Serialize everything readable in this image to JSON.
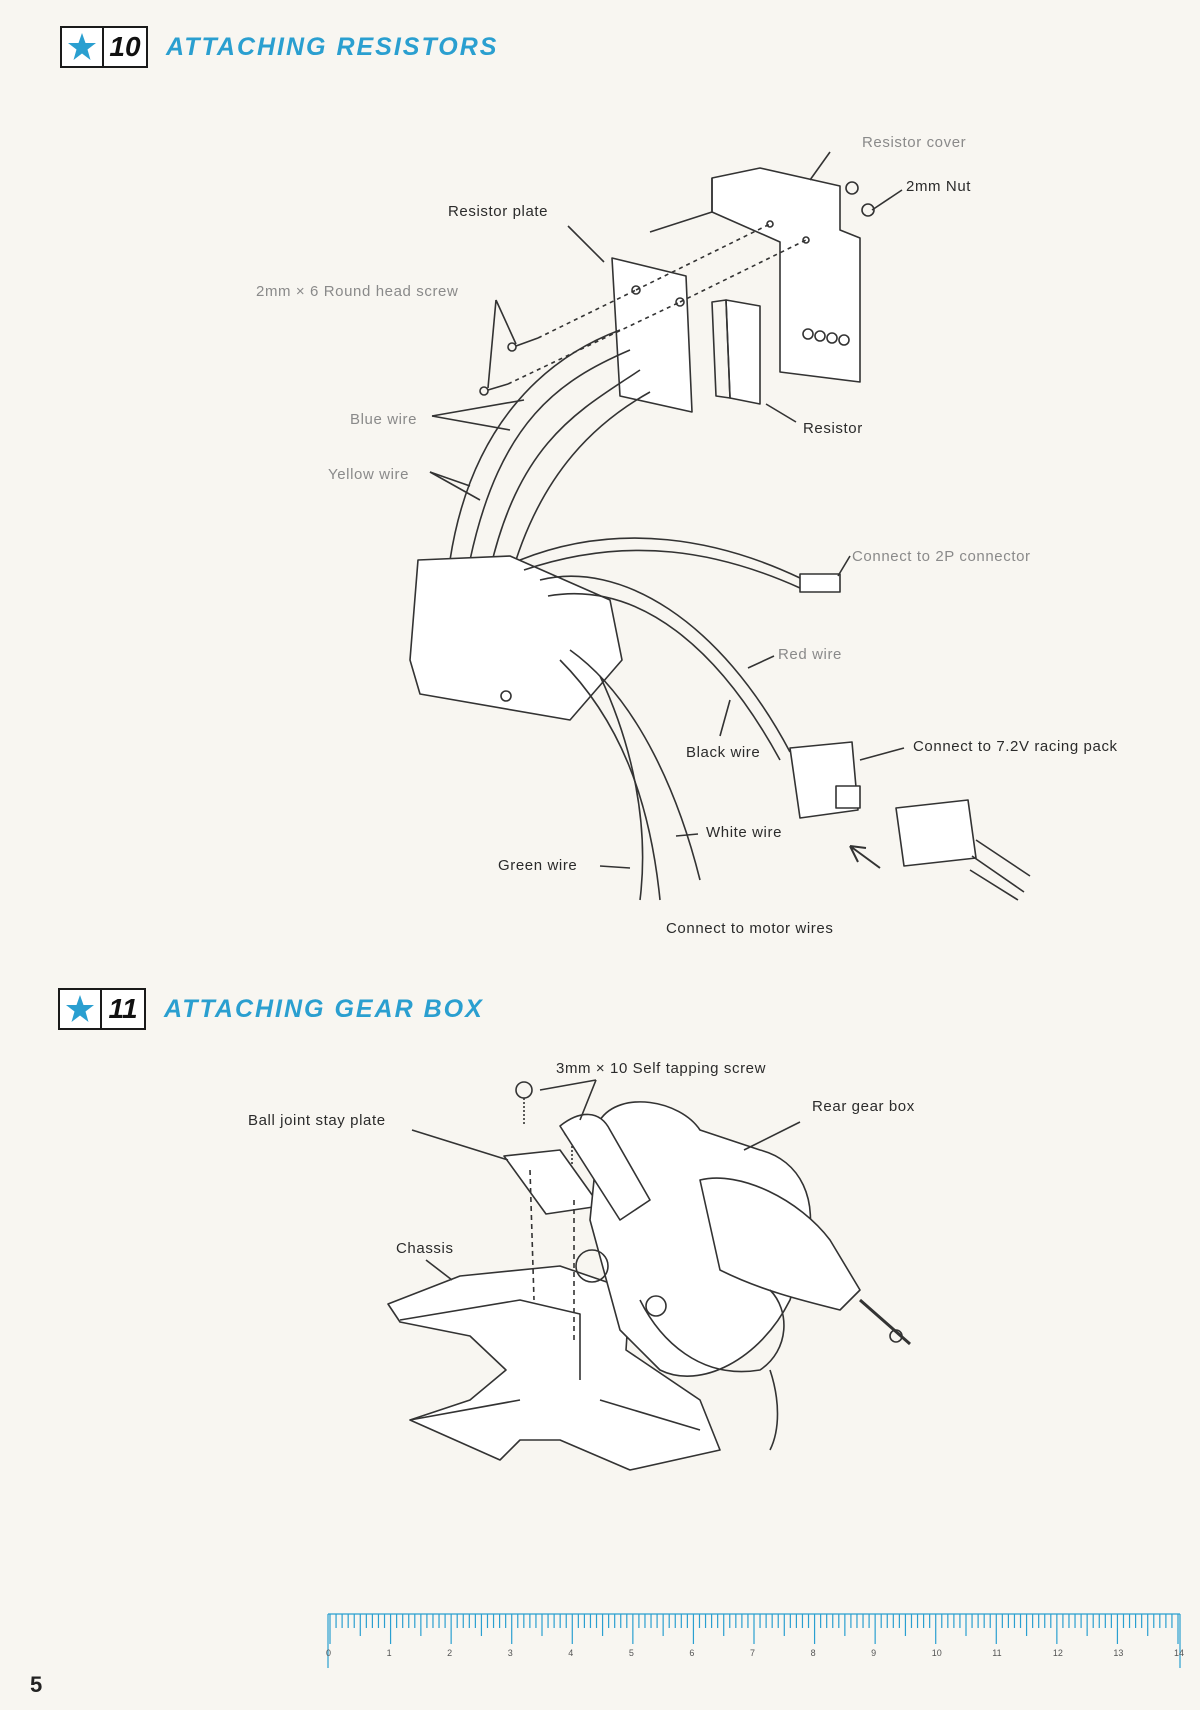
{
  "step10": {
    "number": "10",
    "title": "ATTACHING RESISTORS",
    "labels": {
      "resistor_cover": "Resistor cover",
      "nut": "2mm Nut",
      "resistor_plate": "Resistor plate",
      "round_head_screw": "2mm × 6 Round head screw",
      "blue_wire": "Blue wire",
      "yellow_wire": "Yellow wire",
      "resistor": "Resistor",
      "connect_2p": "Connect to 2P connector",
      "red_wire": "Red wire",
      "black_wire": "Black wire",
      "racing_pack": "Connect to 7.2V racing pack",
      "white_wire": "White wire",
      "green_wire": "Green wire",
      "motor_wires": "Connect to motor wires"
    }
  },
  "step11": {
    "number": "11",
    "title": "ATTACHING GEAR BOX",
    "labels": {
      "self_tapping_screw": "3mm × 10 Self tapping screw",
      "rear_gear_box": "Rear gear box",
      "ball_joint_stay_plate": "Ball joint stay plate",
      "chassis": "Chassis"
    }
  },
  "ruler": {
    "ticks": [
      "0",
      "1",
      "2",
      "3",
      "4",
      "5",
      "6",
      "7",
      "8",
      "9",
      "10",
      "11",
      "12",
      "13",
      "14"
    ]
  },
  "page_number": "5",
  "colors": {
    "accent": "#2a9fd0",
    "ink": "#222222",
    "faint_text": "#8a8a8a"
  },
  "icons": {
    "step_badge": "star-icon"
  }
}
